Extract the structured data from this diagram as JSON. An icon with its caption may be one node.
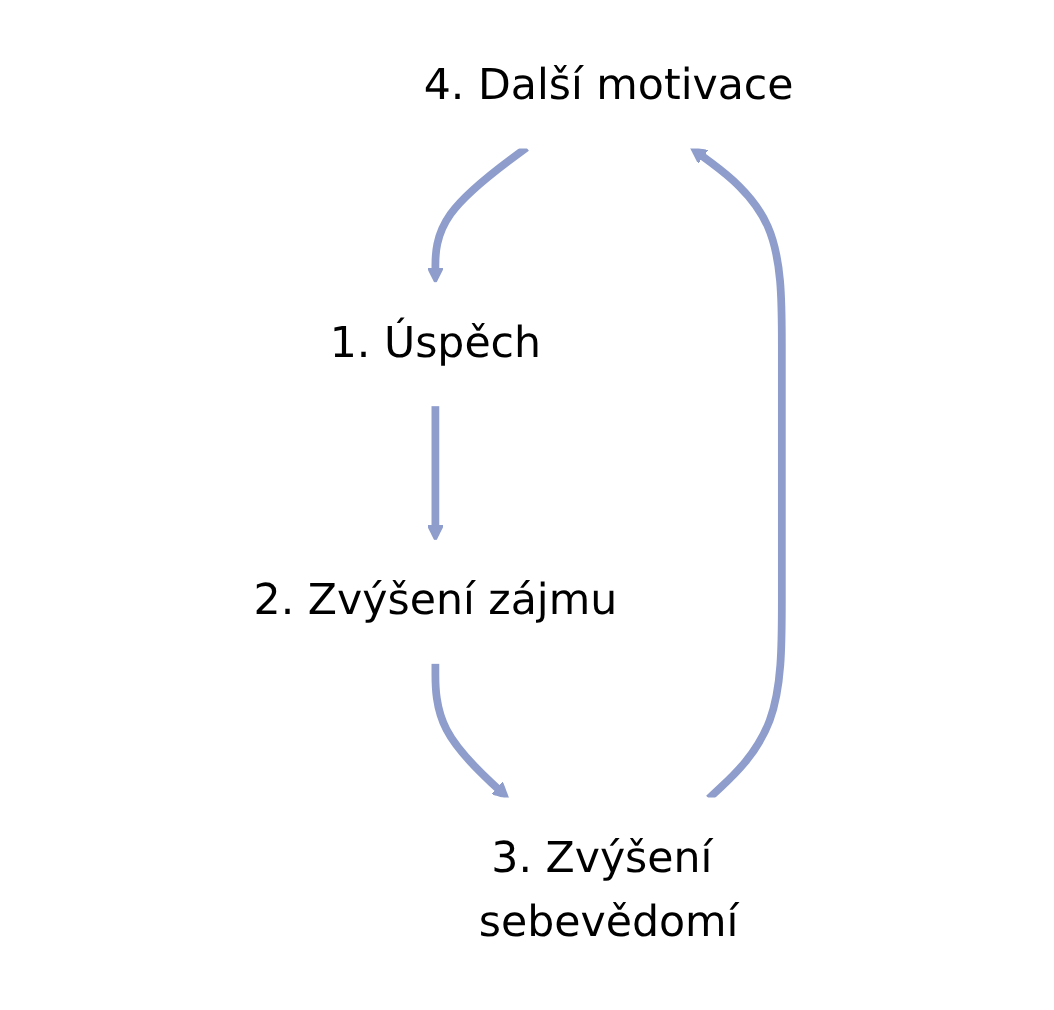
{
  "diagram": {
    "nodes": [
      {
        "text": [
          "4. Další motivace"
        ]
      },
      {
        "text": [
          "1. Úspěch"
        ]
      },
      {
        "text": [
          "3. Zvýšení sebevědomí"
        ]
      },
      {
        "text": [
          "2. Zvýšení zájmu"
        ]
      }
    ],
    "edges": [
      {
        "from": 0,
        "to": 1,
        "arrow": "to"
      },
      {
        "from": 1,
        "to": 3,
        "arrow": "to"
      },
      {
        "from": 3,
        "to": 2,
        "arrow": "to"
      },
      {
        "from": 2,
        "to": 0,
        "arrow": "to"
      }
    ]
  }
}
